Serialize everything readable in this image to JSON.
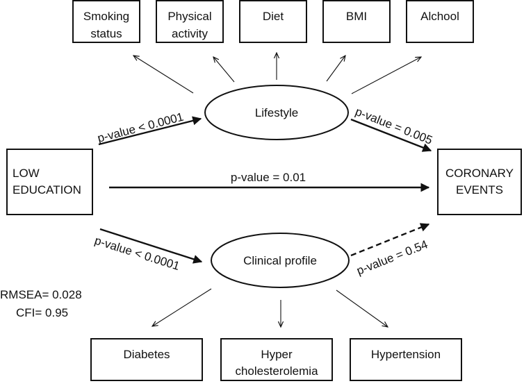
{
  "lifestyle_indicators": [
    {
      "lines": [
        "Smoking",
        "status"
      ]
    },
    {
      "lines": [
        "Physical",
        "activity"
      ]
    },
    {
      "lines": [
        "Diet"
      ]
    },
    {
      "lines": [
        "BMI"
      ]
    },
    {
      "lines": [
        "Alchool"
      ]
    }
  ],
  "clinical_indicators": [
    {
      "lines": [
        "Diabetes"
      ]
    },
    {
      "lines": [
        "Hyper",
        "cholesterolemia"
      ]
    },
    {
      "lines": [
        "Hypertension"
      ]
    }
  ],
  "latent": {
    "lifestyle": "Lifestyle",
    "clinical": "Clinical profile"
  },
  "exposure": {
    "lines": [
      "LOW",
      "EDUCATION"
    ]
  },
  "outcome": {
    "lines": [
      "CORONARY",
      "EVENTS"
    ]
  },
  "paths": {
    "education_to_lifestyle": "p-value < 0.0001",
    "lifestyle_to_outcome": "p-value = 0.005",
    "education_to_outcome": "p-value = 0.01",
    "education_to_clinical": "p-value < 0.0001",
    "clinical_to_outcome": "p-value = 0.54"
  },
  "fit": {
    "rmsea": "RMSEA= 0.028",
    "cfi": "CFI= 0.95"
  }
}
